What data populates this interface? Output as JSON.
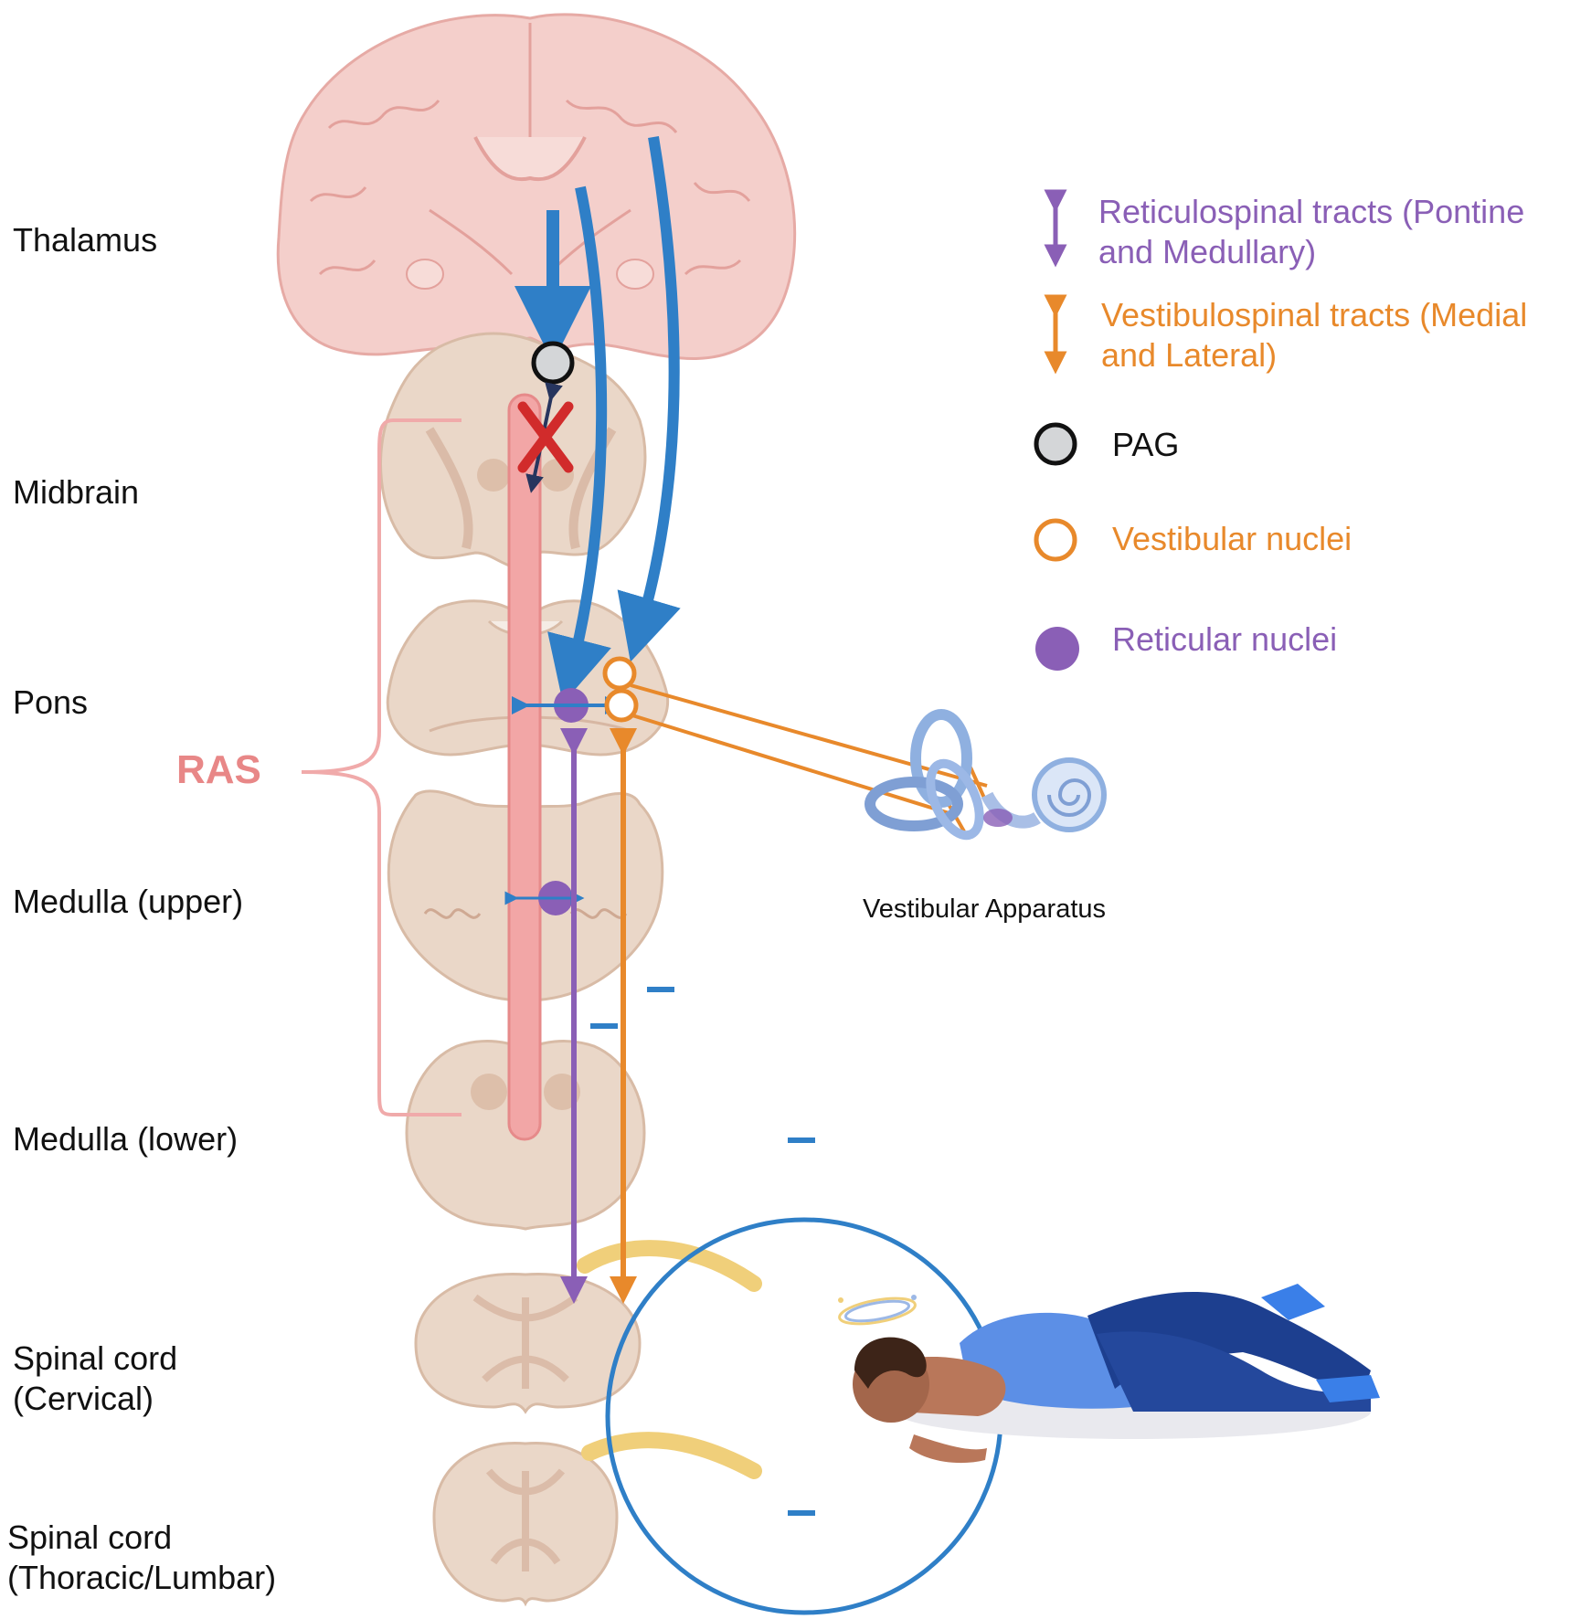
{
  "levels": {
    "thalamus": "Thalamus",
    "midbrain": "Midbrain",
    "pons": "Pons",
    "medulla_upper": "Medulla (upper)",
    "medulla_lower": "Medulla (lower)",
    "spinal_cervical_line1": "Spinal cord",
    "spinal_cervical_line2": "(Cervical)",
    "spinal_thoracic_line1": "Spinal cord",
    "spinal_thoracic_line2": "(Thoracic/Lumbar)"
  },
  "ras_label": "RAS",
  "legend": {
    "reticulospinal_line1": "Reticulospinal tracts (Pontine",
    "reticulospinal_line2": "and Medullary)",
    "vestibulospinal_line1": "Vestibulospinal tracts (Medial",
    "vestibulospinal_line2": "and Lateral)",
    "pag": "PAG",
    "vestibular_nuclei": "Vestibular nuclei",
    "reticular_nuclei": "Reticular nuclei"
  },
  "vestibular_apparatus_label": "Vestibular Apparatus",
  "minus_sign": "–",
  "colors": {
    "purple": "#8a5fb6",
    "orange": "#e8892b",
    "blue": "#2f7fc7",
    "ras_pink": "#e88787",
    "red_x": "#d12b2b",
    "tissue": "#e8d4c4",
    "brain_pink": "#f2c9c5",
    "text": "#111111"
  }
}
